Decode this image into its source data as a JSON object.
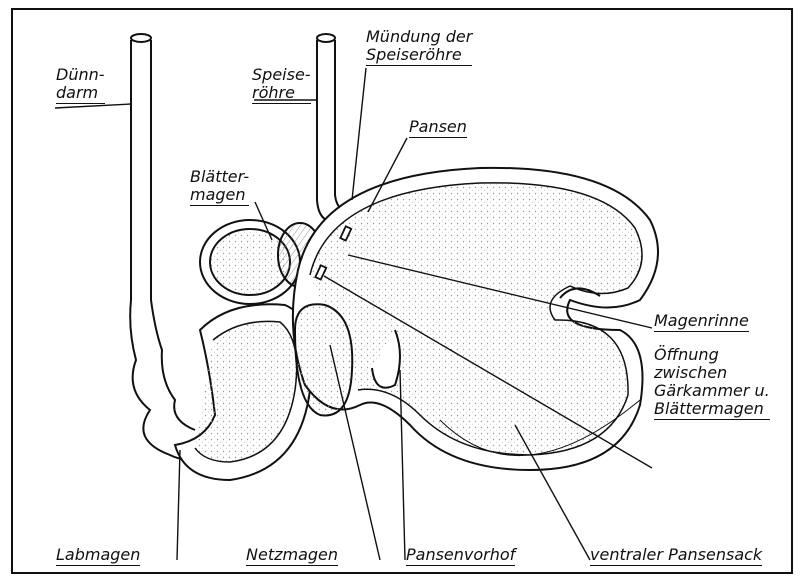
{
  "labels": {
    "duenndarm_1": "Dünn-",
    "duenndarm_2": "darm",
    "speiseroehre_1": "Speise-",
    "speiseroehre_2": "röhre",
    "muendung_1": "Mündung der",
    "muendung_2": "Speiseröhre",
    "pansen": "Pansen",
    "blaettermagen_1": "Blätter-",
    "blaettermagen_2": "magen",
    "magenrinne": "Magenrinne",
    "oeffnung_1": "Öffnung",
    "oeffnung_2": "zwischen",
    "oeffnung_3": "Gärkammer u.",
    "oeffnung_4": "Blättermagen",
    "labmagen": "Labmagen",
    "netzmagen": "Netzmagen",
    "pansenvorhof": "Pansenvorhof",
    "ventraler": "ventraler Pansensack"
  },
  "colors": {
    "ink": "#111111",
    "paper": "#ffffff",
    "stipple": "#9a9a9a"
  }
}
